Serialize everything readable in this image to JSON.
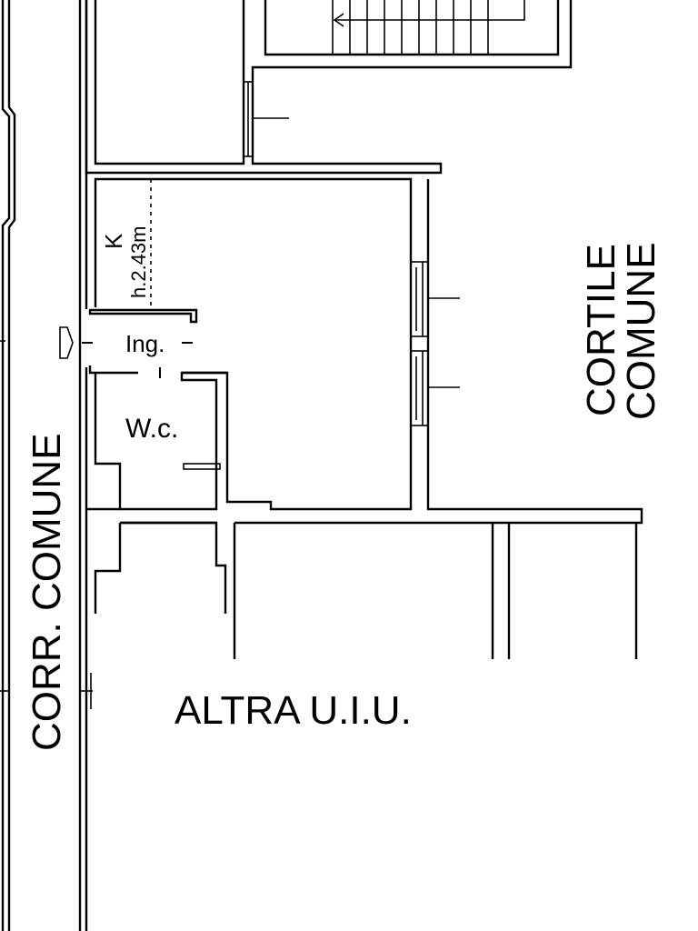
{
  "plan": {
    "labels": {
      "corridor": "CORR. COMUNE",
      "courtyard_line1": "CORTILE",
      "courtyard_line2": "COMUNE",
      "other_unit": "ALTRA U.I.U.",
      "kitchen": "K",
      "kitchen_height": "h.2.43m",
      "entrance": "Ing.",
      "toilet": "W.c."
    }
  }
}
